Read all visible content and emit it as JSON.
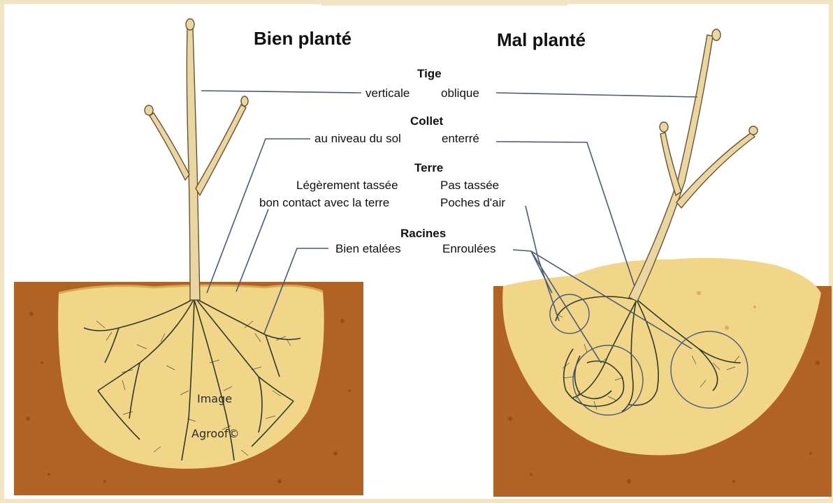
{
  "headings": {
    "good": "Bien planté",
    "bad": "Mal planté"
  },
  "groups": {
    "tige": {
      "title": "Tige",
      "good": "verticale",
      "bad": "oblique"
    },
    "collet": {
      "title": "Collet",
      "good": "au niveau du sol",
      "bad": "enterré"
    },
    "terre": {
      "title": "Terre",
      "good_line1": "Légèrement tassée",
      "good_line2": "bon contact avec la terre",
      "bad_line1": "Pas tassée",
      "bad_line2": "Poches d'air"
    },
    "racines": {
      "title": "Racines",
      "good": "Bien etalées",
      "bad": "Enroulées"
    }
  },
  "watermark": {
    "line1": "Image",
    "line2": "Agroof©"
  },
  "colors": {
    "soil_dark": "#a8561f",
    "soil_mid": "#c27a35",
    "planting_hole": "#f1d589",
    "stem": "#e9d6a3",
    "stem_outline": "#6b5330",
    "roots": "#2f3a2a",
    "leader_line": "#4a5a78",
    "frame": "#f3e4c4"
  }
}
